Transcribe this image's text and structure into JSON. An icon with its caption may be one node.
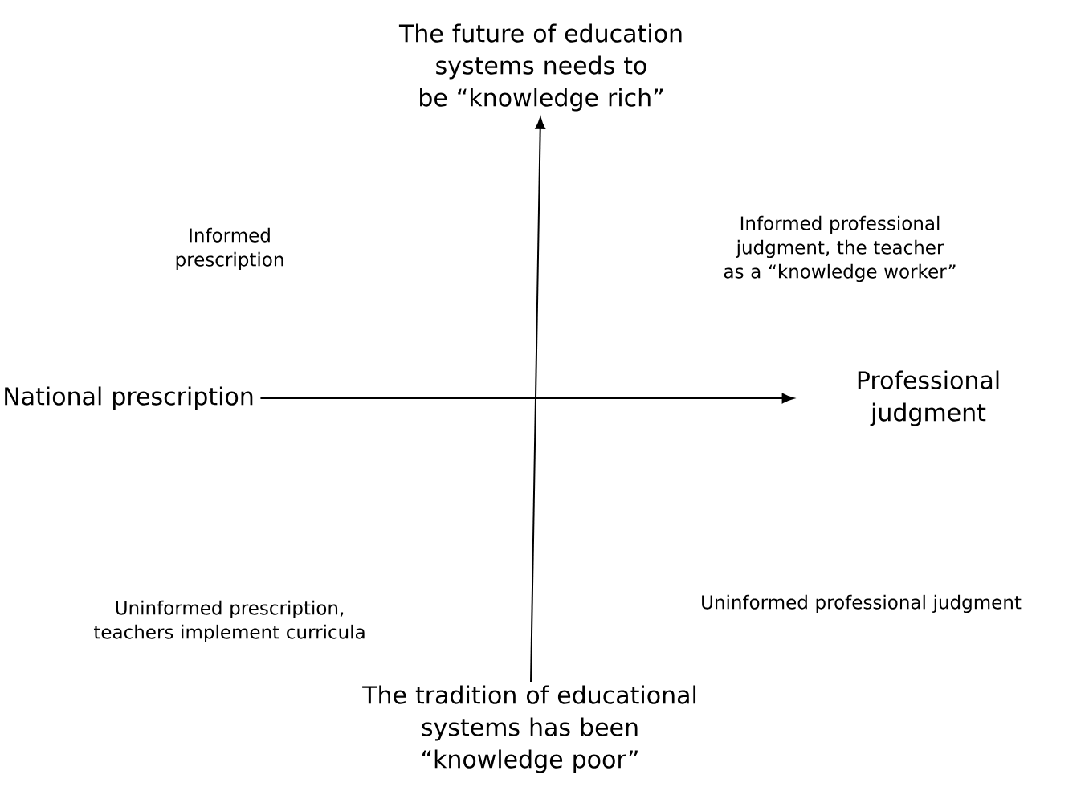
{
  "diagram": {
    "nodes": [
      {
        "text": [
          "The future of education systems needs to be “knowledge rich”"
        ]
      },
      {
        "text": [
          "National prescription"
        ]
      },
      {
        "text": [
          "Professional judgment"
        ]
      },
      {
        "text": [
          "The tradition of educational systems has been “knowledge poor”"
        ]
      }
    ],
    "edges": [
      {
        "from": 1,
        "to": 2,
        "arrow": "to"
      },
      {
        "from": 3,
        "to": 0,
        "arrow": "to"
      }
    ],
    "labels": [
      "Informed prescription",
      "Informed professional judgment, the teacher as a “knowledge worker”",
      "Uninformed prescription, teachers implement curricula",
      "Uninformed professional judgment"
    ]
  }
}
